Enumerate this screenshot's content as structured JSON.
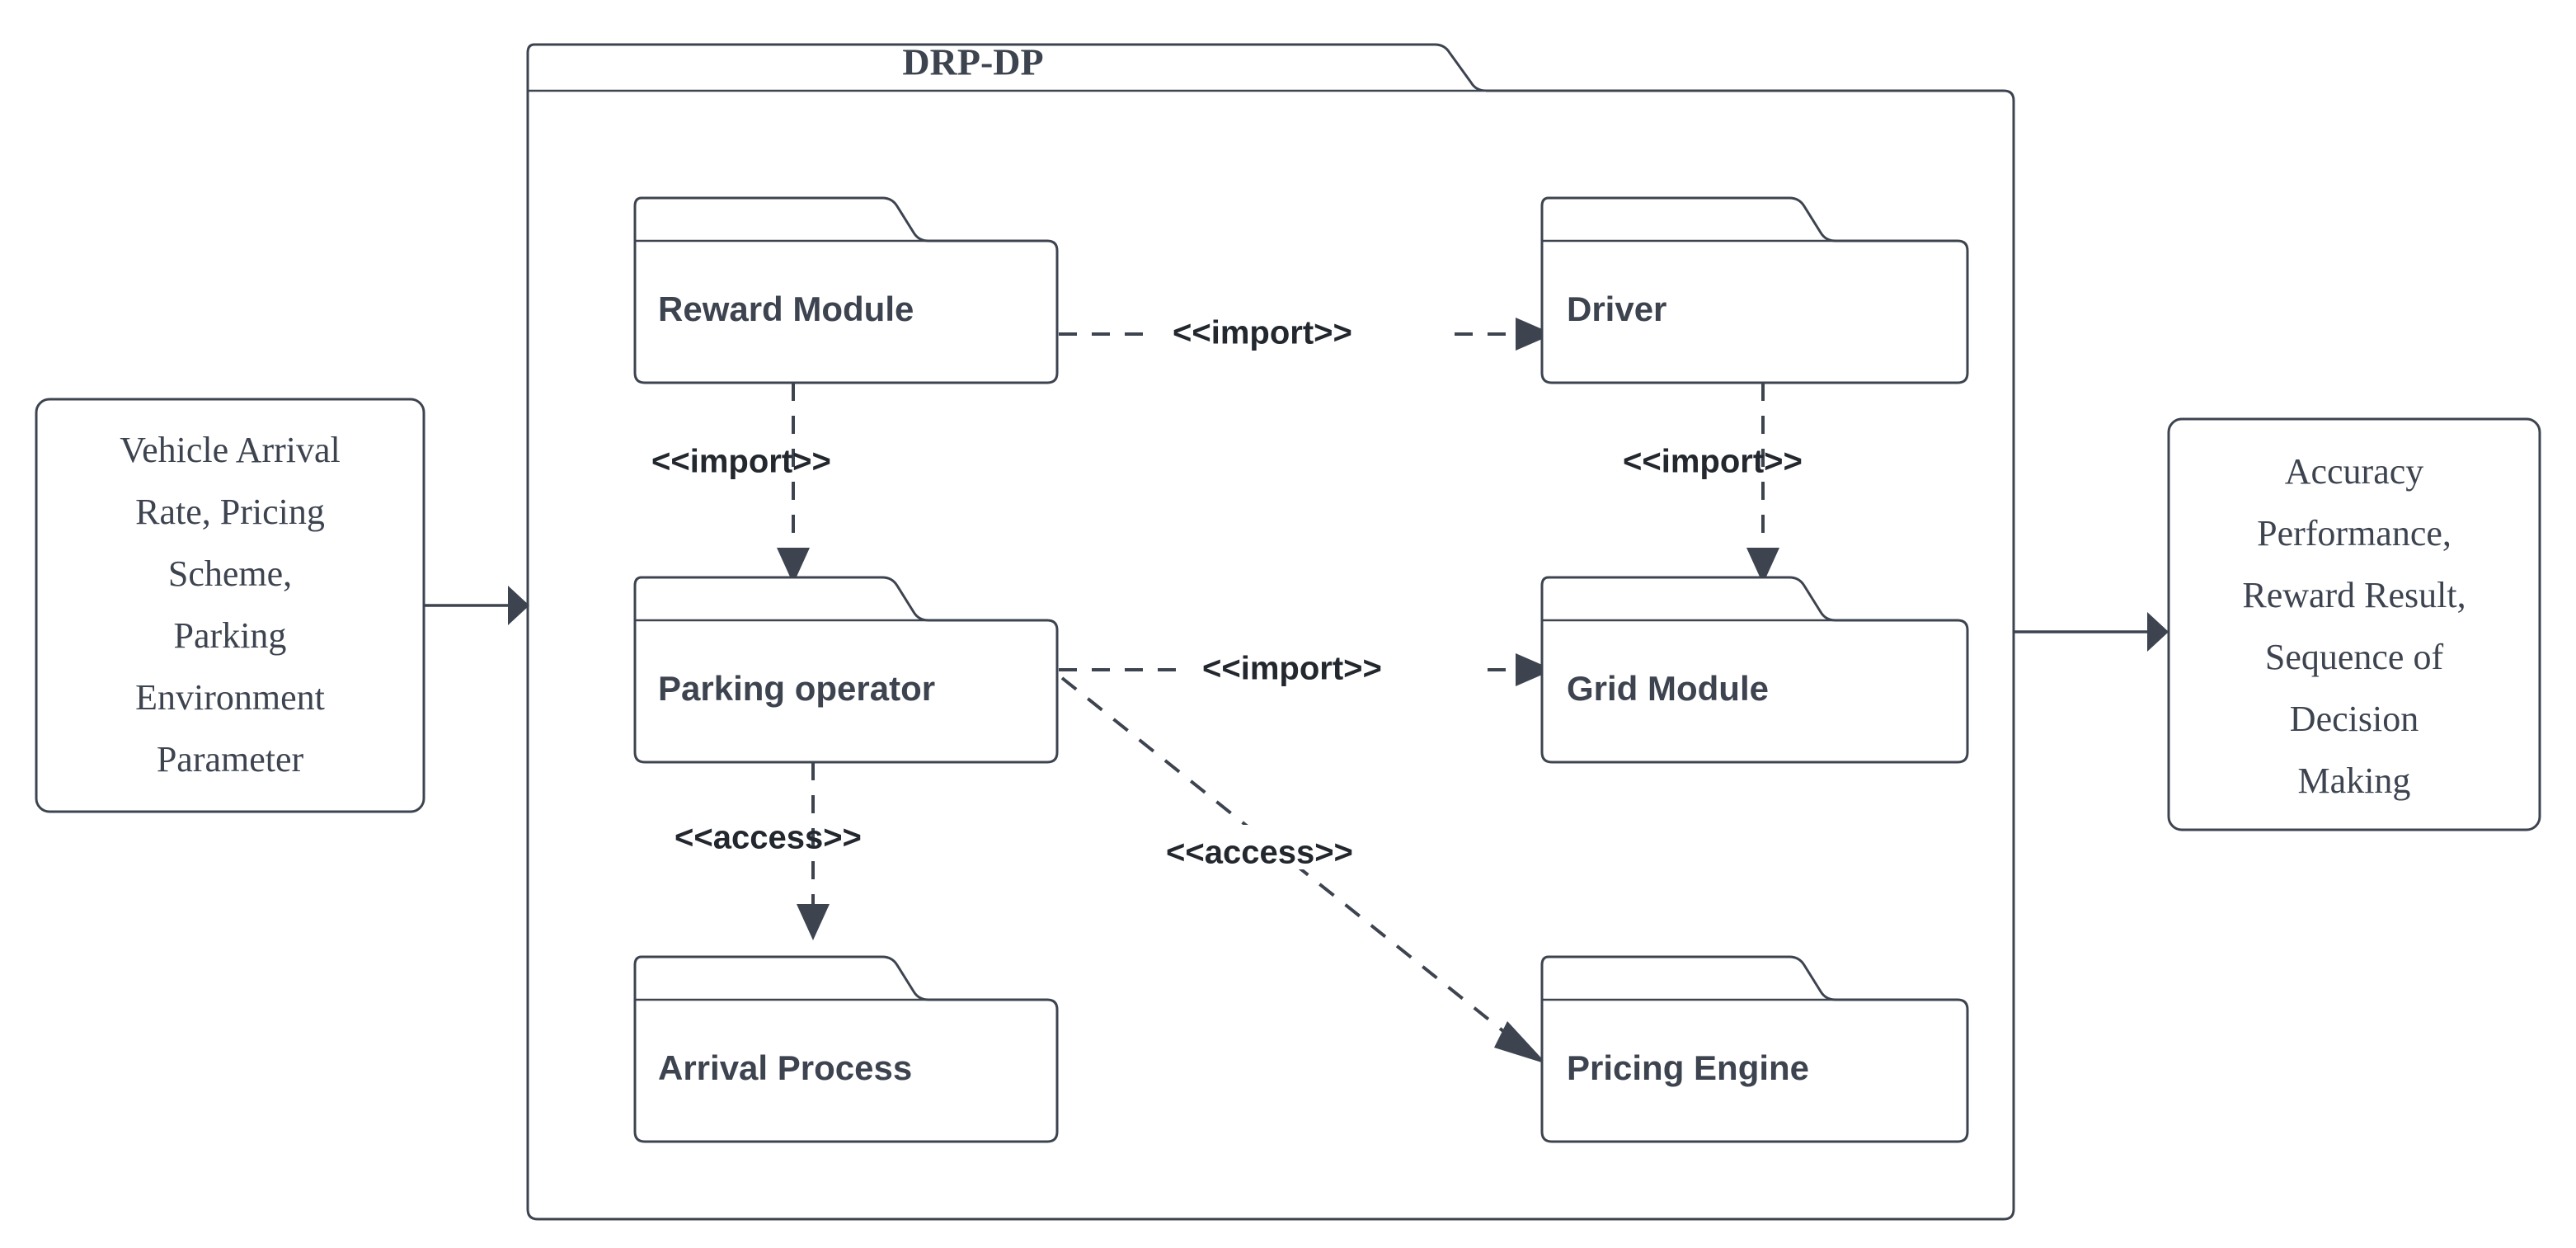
{
  "diagram": {
    "type": "uml-package-diagram",
    "title": "DRP-DP",
    "background_color": "#ffffff",
    "stroke_color": "#3d4450",
    "text_color": "#3d4450",
    "label_color": "#23272e"
  },
  "input_box": {
    "name": "input-parameters",
    "lines": [
      "Vehicle Arrival",
      "Rate, Pricing",
      "Scheme,",
      "Parking",
      "Environment",
      "Parameter"
    ]
  },
  "output_box": {
    "name": "output-results",
    "lines": [
      "Accuracy",
      "Performance,",
      "Reward Result,",
      "Sequence of",
      "Decision",
      "Making"
    ]
  },
  "outer_package": {
    "title": "DRP-DP"
  },
  "packages": [
    {
      "id": "reward-module",
      "label": "Reward Module"
    },
    {
      "id": "driver",
      "label": "Driver"
    },
    {
      "id": "parking-operator",
      "label": "Parking operator"
    },
    {
      "id": "grid-module",
      "label": "Grid Module"
    },
    {
      "id": "arrival-process",
      "label": "Arrival Process"
    },
    {
      "id": "pricing-engine",
      "label": "Pricing Engine"
    }
  ],
  "edges": [
    {
      "id": "reward-to-driver",
      "from": "reward-module",
      "to": "driver",
      "label": "<<import>>",
      "style": "dashed"
    },
    {
      "id": "reward-to-parking-operator",
      "from": "reward-module",
      "to": "parking-operator",
      "label": "<<import>>",
      "style": "dashed"
    },
    {
      "id": "driver-to-grid-module",
      "from": "driver",
      "to": "grid-module",
      "label": "<<import>>",
      "style": "dashed"
    },
    {
      "id": "parking-operator-to-grid",
      "from": "parking-operator",
      "to": "grid-module",
      "label": "<<import>>",
      "style": "dashed"
    },
    {
      "id": "parking-operator-to-arrival",
      "from": "parking-operator",
      "to": "arrival-process",
      "label": "<<access>>",
      "style": "dashed"
    },
    {
      "id": "parking-operator-to-pricing",
      "from": "parking-operator",
      "to": "pricing-engine",
      "label": "<<access>>",
      "style": "dashed"
    },
    {
      "id": "input-to-package",
      "from": "input-parameters",
      "to": "outer-package",
      "label": "",
      "style": "solid"
    },
    {
      "id": "package-to-output",
      "from": "outer-package",
      "to": "output-results",
      "label": "",
      "style": "solid"
    }
  ]
}
